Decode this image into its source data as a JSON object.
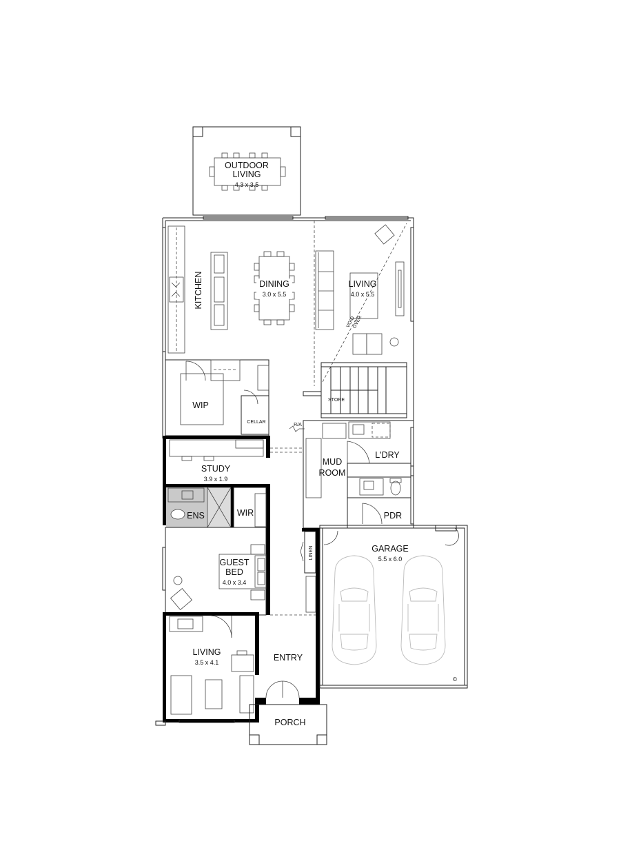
{
  "rooms": {
    "outdoor_living": {
      "name_line1": "OUTDOOR",
      "name_line2": "LIVING",
      "dim": "4.3 x 3.5"
    },
    "kitchen": {
      "name": "KITCHEN"
    },
    "dining": {
      "name": "DINING",
      "dim": "3.0 x 5.5"
    },
    "living_main": {
      "name": "LIVING",
      "dim": "4.0 x 5.5"
    },
    "void_over": {
      "line1": "VOID",
      "line2": "OVER"
    },
    "wip": {
      "name": "WIP"
    },
    "cellar": {
      "name": "CELLAR"
    },
    "store": {
      "name": "STORE"
    },
    "ra": {
      "name": "R/A"
    },
    "study": {
      "name": "STUDY",
      "dim": "3.9 x 1.9"
    },
    "mud_room": {
      "name_line1": "MUD",
      "name_line2": "ROOM"
    },
    "laundry": {
      "name": "L'DRY"
    },
    "ens": {
      "name": "ENS"
    },
    "wir": {
      "name": "WIR"
    },
    "pdr": {
      "name": "PDR"
    },
    "guest_bed": {
      "name_line1": "GUEST",
      "name_line2": "BED",
      "dim": "4.0 x 3.4"
    },
    "linen": {
      "name": "LINEN"
    },
    "garage": {
      "name": "GARAGE",
      "dim": "5.5 x 6.0"
    },
    "living_front": {
      "name": "LIVING",
      "dim": "3.5 x 4.1"
    },
    "entry": {
      "name": "ENTRY"
    },
    "porch": {
      "name": "PORCH"
    }
  },
  "copyright": "©"
}
